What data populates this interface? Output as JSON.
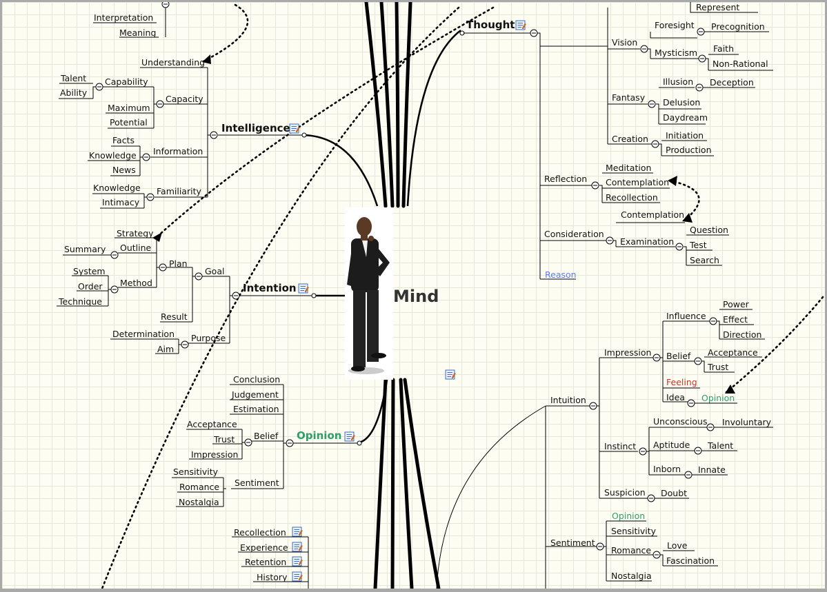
{
  "center": {
    "label": "Mind",
    "image": "thinking-man-photo"
  },
  "colors": {
    "opinion": "#2e9e6a",
    "feeling": "#c0392b",
    "reason": "#5a7fd6",
    "note_icon": "#3d6fb8"
  },
  "thought": {
    "label": "Thought",
    "vision": {
      "label": "Vision",
      "foresight": "Foresight",
      "precognition": "Precognition",
      "mysticism": "Mysticism",
      "faith": "Faith",
      "non_rational": "Non-Rational"
    },
    "represent": "Represent",
    "fantasy": {
      "label": "Fantasy",
      "illusion": "Illusion",
      "deception": "Deception",
      "delusion": "Delusion",
      "daydream": "Daydream"
    },
    "creation": {
      "label": "Creation",
      "initiation": "Initiation",
      "production": "Production"
    },
    "reflection": {
      "label": "Reflection",
      "meditation": "Meditation",
      "contemplation": "Contemplation",
      "recollection": "Recollection"
    },
    "consideration": {
      "label": "Consideration",
      "contemplation": "Contemplation",
      "examination": "Examination",
      "question": "Question",
      "test": "Test",
      "search": "Search"
    },
    "reason": "Reason"
  },
  "intelligence": {
    "label": "Intelligence",
    "interpretation": "Interpretation",
    "meaning": "Meaning",
    "understanding": "Understanding",
    "capacity": {
      "label": "Capacity",
      "capability": "Capability",
      "talent": "Talent",
      "ability": "Ability",
      "maximum": "Maximum",
      "potential": "Potential"
    },
    "information": {
      "label": "Information",
      "facts": "Facts",
      "knowledge": "Knowledge",
      "news": "News"
    },
    "familiarity": {
      "label": "Familiarity",
      "knowledge": "Knowledge",
      "intimacy": "Intimacy"
    }
  },
  "intention": {
    "label": "Intention",
    "goal": {
      "label": "Goal",
      "plan": {
        "label": "Plan",
        "strategy": "Strategy",
        "outline": "Outline",
        "summary": "Summary",
        "method": "Method",
        "system": "System",
        "order": "Order",
        "technique": "Technique"
      },
      "result": "Result"
    },
    "purpose": {
      "label": "Purpose",
      "determination": "Determination",
      "aim": "Aim"
    }
  },
  "opinion": {
    "label": "Opinion",
    "conclusion": "Conclusion",
    "judgement": "Judgement",
    "estimation": "Estimation",
    "belief": {
      "label": "Belief",
      "acceptance": "Acceptance",
      "trust": "Trust",
      "impression": "Impression"
    },
    "sentiment": {
      "label": "Sentiment",
      "sensitivity": "Sensitivity",
      "romance": "Romance",
      "nostalgia": "Nostalgia"
    }
  },
  "memory": {
    "recollection": "Recollection",
    "experience": "Experience",
    "retention": "Retention",
    "history": "History"
  },
  "intuition": {
    "label": "Intuition",
    "impression": {
      "label": "Impression",
      "influence": {
        "label": "Influence",
        "power": "Power",
        "effect": "Effect",
        "direction": "Direction"
      },
      "belief": {
        "label": "Belief",
        "acceptance": "Acceptance",
        "trust": "Trust"
      },
      "feeling": "Feeling",
      "idea": {
        "label": "Idea",
        "opinion": "Opinion"
      }
    },
    "instinct": {
      "label": "Instinct",
      "unconscious": "Unconscious",
      "involuntary": "Involuntary",
      "aptitude": "Aptitude",
      "talent": "Talent",
      "inborn": "Inborn",
      "innate": "Innate"
    },
    "suspicion": {
      "label": "Suspicion",
      "doubt": "Doubt"
    }
  },
  "sentiment_right": {
    "label": "Sentiment",
    "opinion": "Opinion",
    "sensitivity": "Sensitivity",
    "romance": "Romance",
    "love": "Love",
    "fascination": "Fascination",
    "nostalgia": "Nostalgia"
  }
}
